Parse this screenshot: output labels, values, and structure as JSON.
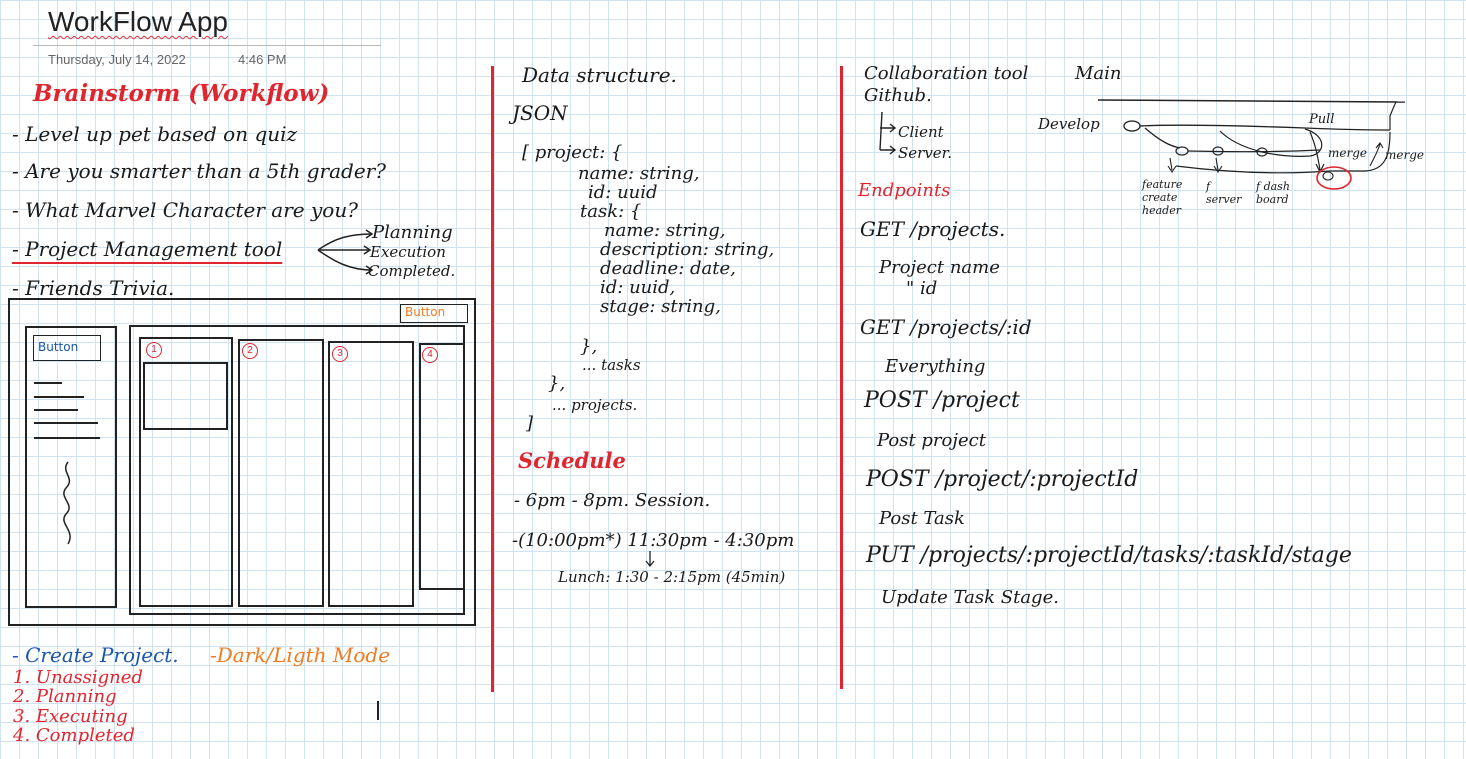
{
  "page": {
    "title": "WorkFlow App",
    "date": "Thursday, July 14, 2022",
    "time": "4:46 PM"
  },
  "brainstorm": {
    "heading": "Brainstorm (Workflow)",
    "items": [
      "- Level up pet based on quiz",
      "- Are you smarter than a 5th grader?",
      "- What Marvel Character are you?",
      "- Project Management tool",
      "- Friends Trivia."
    ],
    "branches": [
      "Planning",
      "Execution",
      "Completed."
    ]
  },
  "wireframe": {
    "top_button": "Button",
    "side_button": "Button",
    "columns": [
      "1",
      "2",
      "3",
      "4"
    ]
  },
  "notes": {
    "create_project": "- Create Project.",
    "dark_mode": "-Dark/Ligth Mode",
    "statuses": [
      "1. Unassigned",
      "2. Planning",
      "3. Executing",
      "4. Completed"
    ]
  },
  "data_structure": {
    "heading": "Data structure.",
    "format": "JSON",
    "lines": [
      "[ project: {",
      "name: string,",
      "id: uuid",
      "task: {",
      "name: string,",
      "description: string,",
      "deadline: date,",
      "id: uuid,",
      "stage: string,",
      "},",
      "... tasks",
      "},",
      "... projects.",
      "]"
    ]
  },
  "schedule": {
    "heading": "Schedule",
    "items": [
      "- 6pm - 8pm. Session.",
      "-(10:00pm*) 11:30pm - 4:30pm",
      "Lunch: 1:30 - 2:15pm (45min)"
    ]
  },
  "collab": {
    "heading": "Collaboration tool",
    "tool": "Github.",
    "children": [
      "Client",
      "Server."
    ],
    "branch_labels": {
      "main": "Main",
      "develop": "Develop",
      "pull": "Pull",
      "merge1": "merge",
      "merge2": "merge",
      "feature": "feature create header",
      "server": "f server",
      "dash": "f dash board"
    }
  },
  "endpoints": {
    "heading": "Endpoints",
    "items": [
      {
        "method": "GET /projects.",
        "desc": "Project name",
        "desc2": "\" id"
      },
      {
        "method": "GET /projects/:id",
        "desc": "Everything"
      },
      {
        "method": "POST /project",
        "desc": "Post project"
      },
      {
        "method": "POST /project/:projectId",
        "desc": "Post Task"
      },
      {
        "method": "PUT /projects/:projectId/tasks/:taskId/stage",
        "desc": "Update Task Stage."
      }
    ]
  }
}
